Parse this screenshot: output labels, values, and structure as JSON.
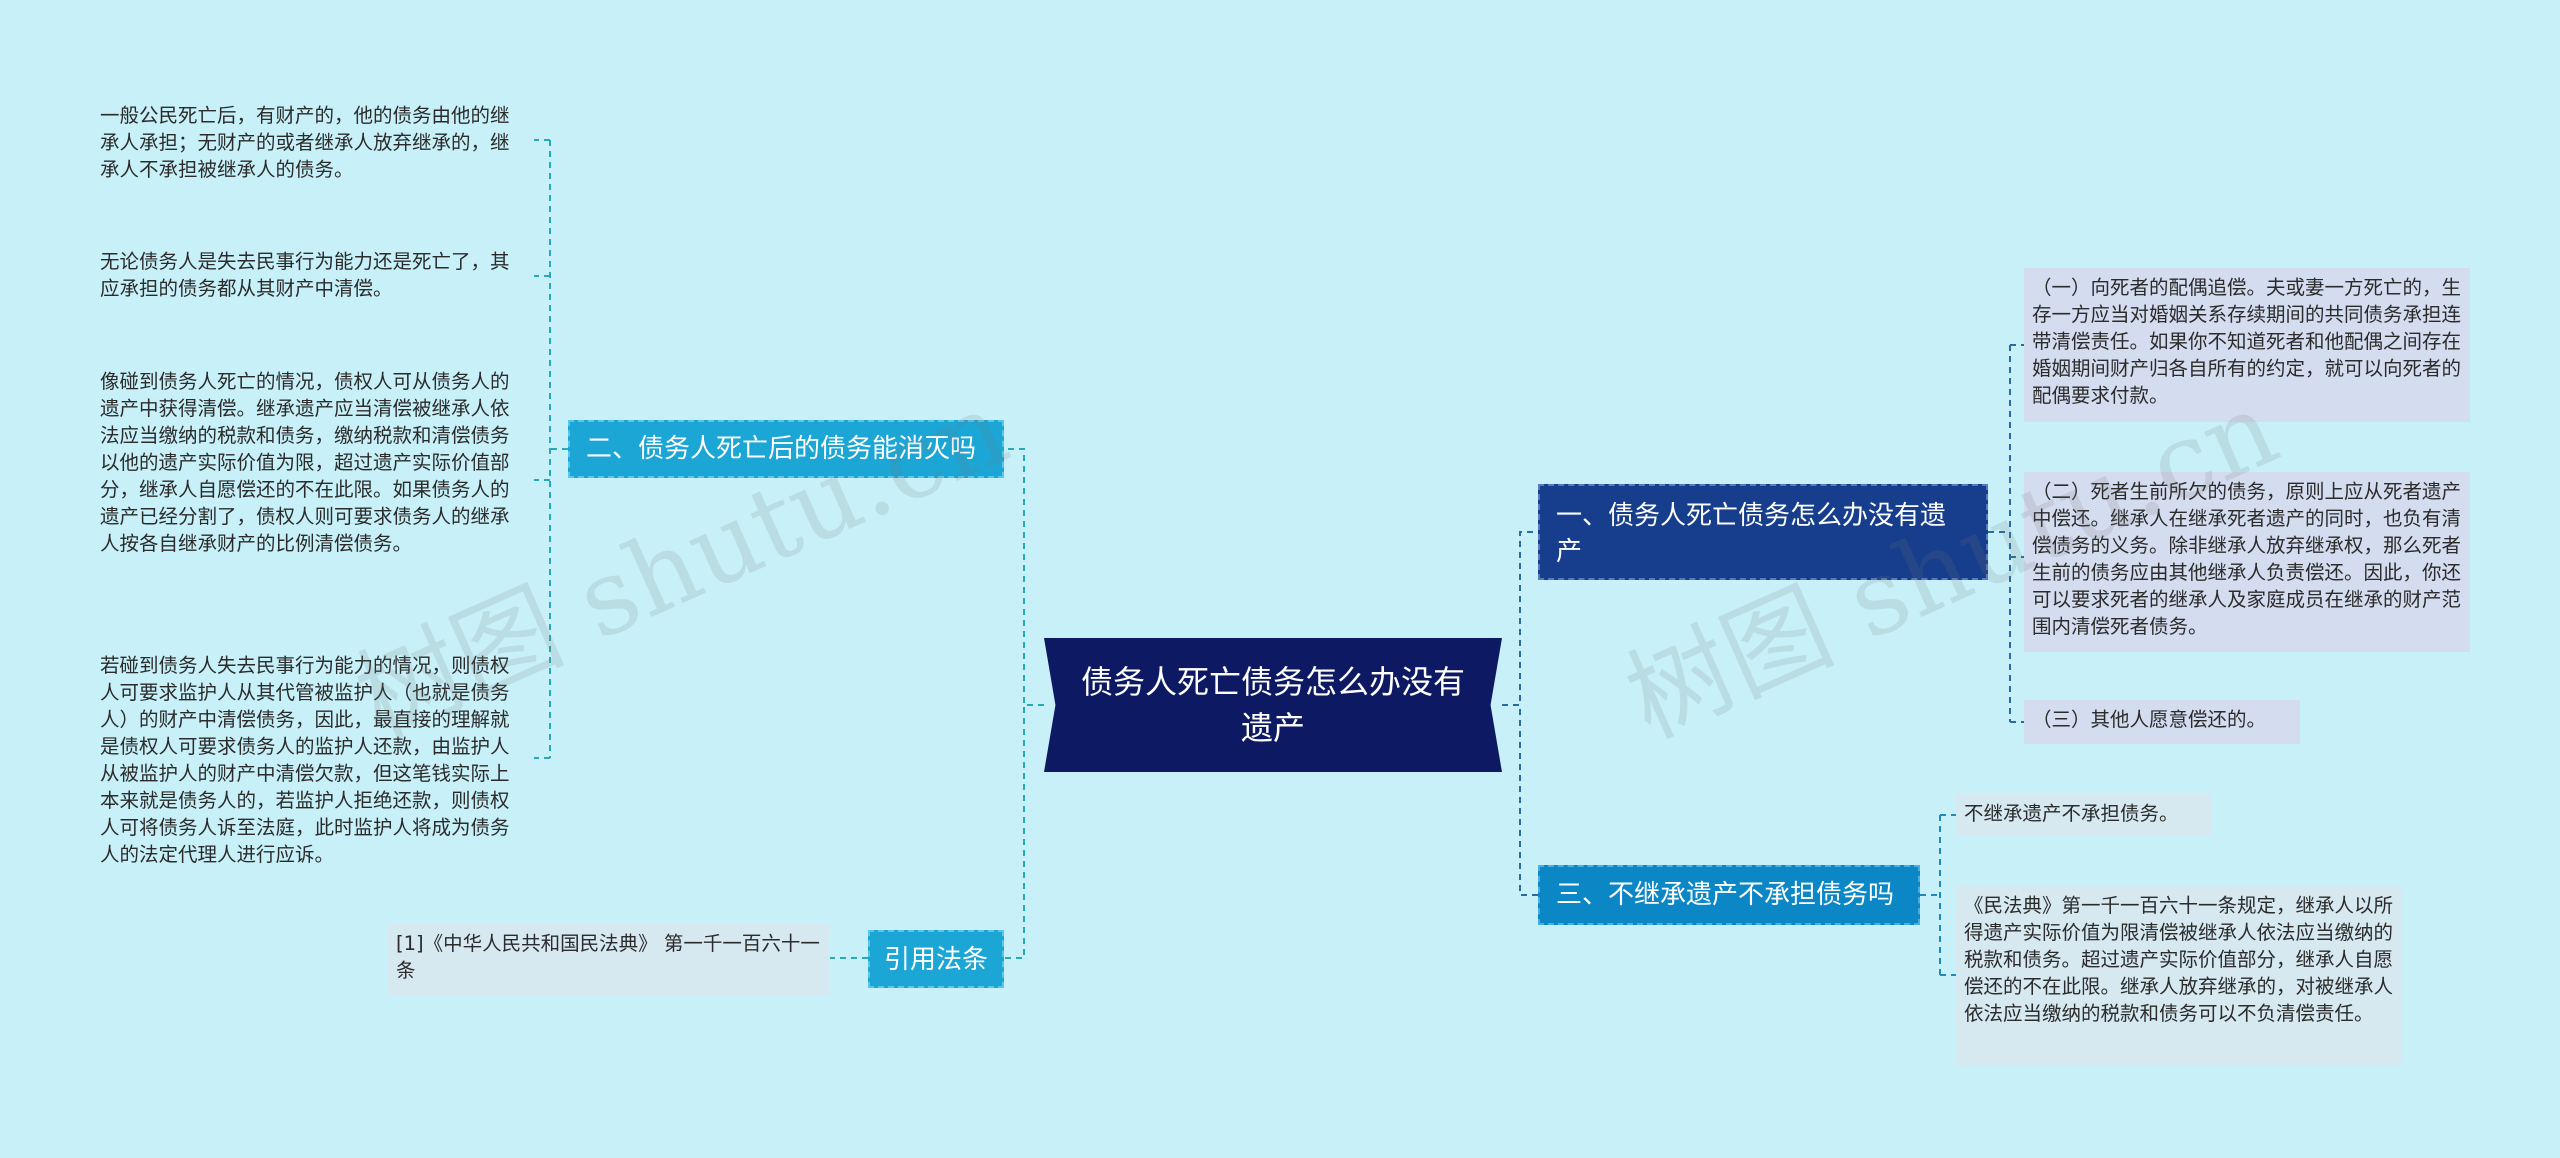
{
  "central": {
    "title": "债务人死亡债务怎么办没有遗产"
  },
  "branches": {
    "b1": {
      "label": "一、债务人死亡债务怎么办没有遗产"
    },
    "b2": {
      "label": "二、债务人死亡后的债务能消灭吗"
    },
    "b3": {
      "label": "三、不继承遗产不承担债务吗"
    },
    "b4": {
      "label": "引用法条"
    }
  },
  "leaves": {
    "b1_1": "（一）向死者的配偶追偿。夫或妻一方死亡的，生存一方应当对婚姻关系存续期间的共同债务承担连带清偿责任。如果你不知道死者和他配偶之间存在婚姻期间财产归各自所有的约定，就可以向死者的配偶要求付款。",
    "b1_2": "（二）死者生前所欠的债务，原则上应从死者遗产中偿还。继承人在继承死者遗产的同时，也负有清偿债务的义务。除非继承人放弃继承权，那么死者生前的债务应由其他继承人负责偿还。因此，你还可以要求死者的继承人及家庭成员在继承的财产范围内清偿死者债务。",
    "b1_3": "（三）其他人愿意偿还的。",
    "b2_1": "一般公民死亡后，有财产的，他的债务由他的继承人承担；无财产的或者继承人放弃继承的，继承人不承担被继承人的债务。",
    "b2_2": "无论债务人是失去民事行为能力还是死亡了，其应承担的债务都从其财产中清偿。",
    "b2_3": "像碰到债务人死亡的情况，债权人可从债务人的遗产中获得清偿。继承遗产应当清偿被继承人依法应当缴纳的税款和债务，缴纳税款和清偿债务以他的遗产实际价值为限，超过遗产实际价值部分，继承人自愿偿还的不在此限。如果债务人的遗产已经分割了，债权人则可要求债务人的继承人按各自继承财产的比例清偿债务。",
    "b2_4": "若碰到债务人失去民事行为能力的情况，则债权人可要求监护人从其代管被监护人（也就是债务人）的财产中清偿债务，因此，最直接的理解就是债权人可要求债务人的监护人还款，由监护人从被监护人的财产中清偿欠款，但这笔钱实际上本来就是债务人的，若监护人拒绝还款，则债权人可将债务人诉至法庭，此时监护人将成为债务人的法定代理人进行应诉。",
    "b3_1": "不继承遗产不承担债务。",
    "b3_2": "《民法典》第一千一百六十一条规定，继承人以所得遗产实际价值为限清偿被继承人依法应当缴纳的税款和债务。超过遗产实际价值部分，继承人自愿偿还的不在此限。继承人放弃继承的，对被继承人依法应当缴纳的税款和债务可以不负清偿责任。",
    "b4_1": "[1]《中华人民共和国民法典》 第一千一百六十一条"
  },
  "watermark": {
    "text": "树图 shutu.cn"
  },
  "colors": {
    "background": "#c8f0f8",
    "central": "#0d1a63",
    "branch_dark": "#163e8c",
    "branch_light": "#1ba6d6",
    "branch_blue": "#0b87c6",
    "connector_left": "#2aa8b8",
    "connector_right": "#2a6aa0"
  }
}
